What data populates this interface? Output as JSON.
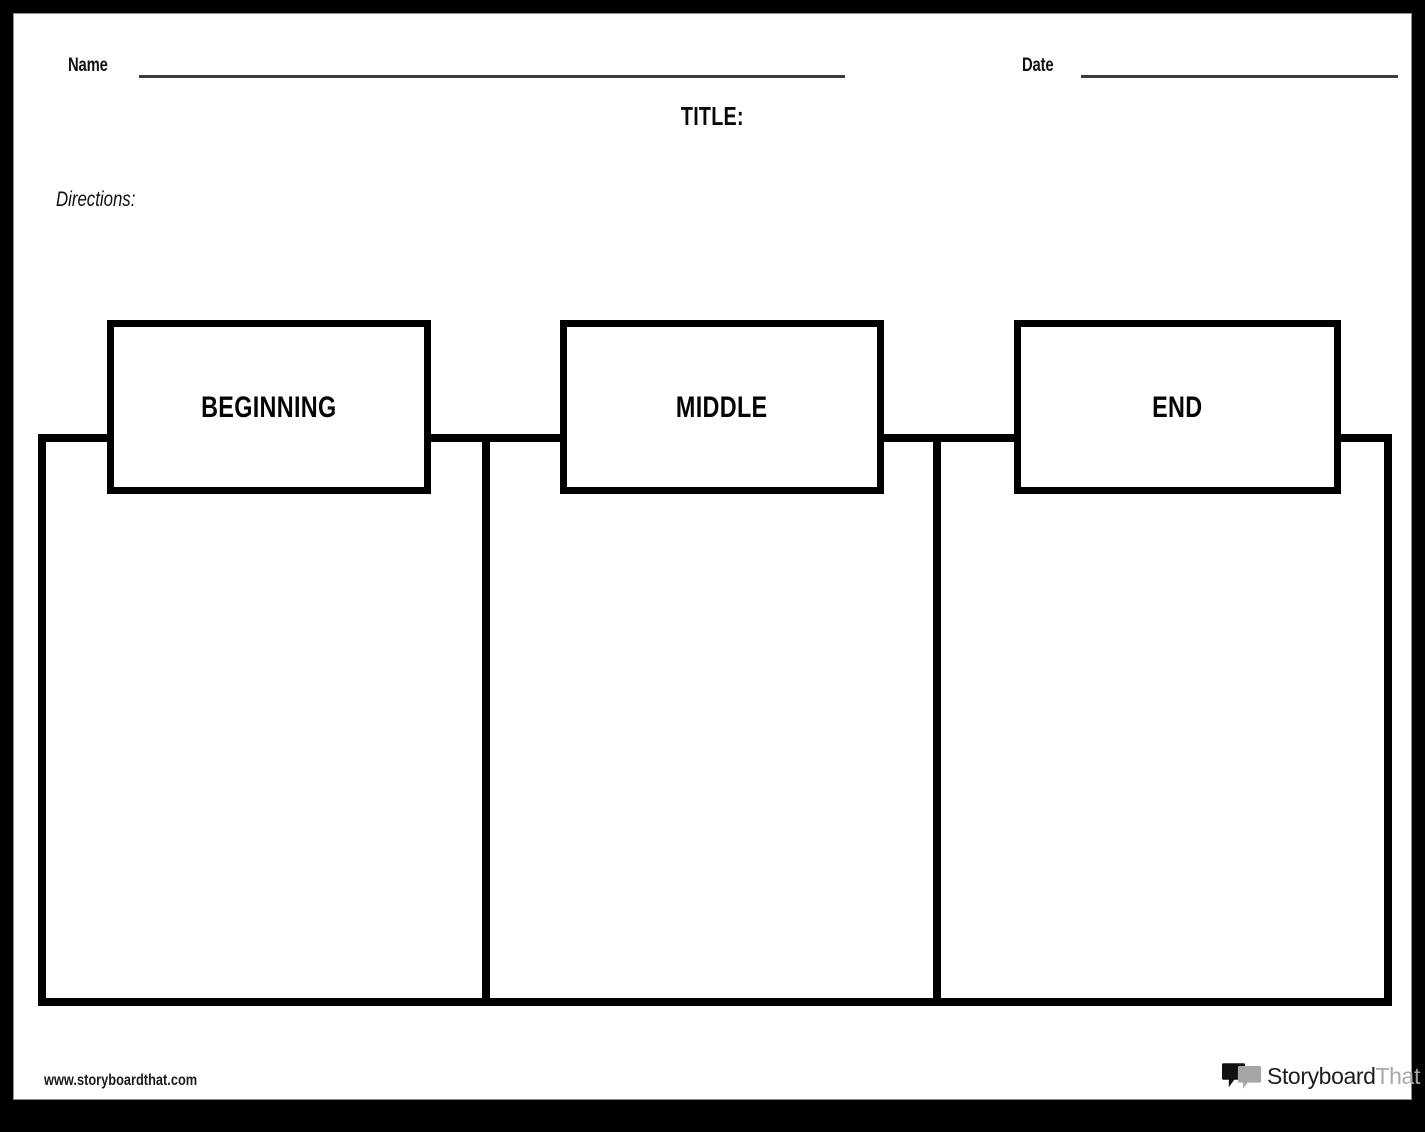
{
  "page": {
    "frame_color": "#000000",
    "sheet_color": "#ffffff",
    "line_color": "#000000"
  },
  "header": {
    "name_label": "Name",
    "date_label": "Date",
    "name_value": "",
    "date_value": "",
    "title_label": "TITLE:",
    "title_value": "",
    "directions_label": "Directions:",
    "directions_value": ""
  },
  "organizer": {
    "type": "beginning-middle-end-story-map",
    "columns": [
      {
        "heading": "BEGINNING",
        "content": ""
      },
      {
        "heading": "MIDDLE",
        "content": ""
      },
      {
        "heading": "END",
        "content": ""
      }
    ]
  },
  "footer": {
    "site_url": "www.storyboardthat.com",
    "brand_primary": "Storyboard",
    "brand_secondary": "That",
    "brand_primary_color": "#1d1d1d",
    "brand_secondary_color": "#a8a8a8"
  }
}
